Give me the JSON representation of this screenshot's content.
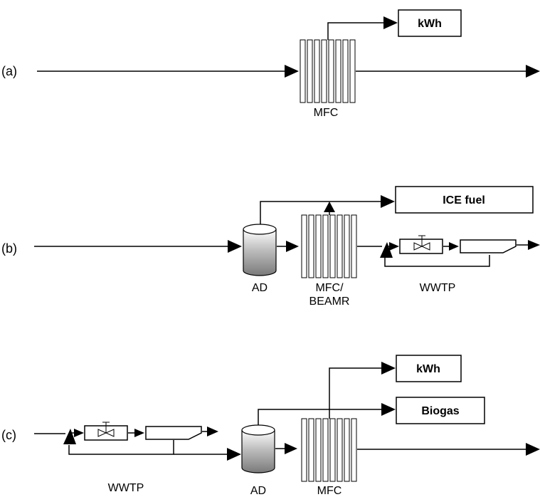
{
  "panels": {
    "a": {
      "label": "(a)",
      "mfc_caption": "MFC",
      "output_box": "kWh"
    },
    "b": {
      "label": "(b)",
      "ad_caption": "AD",
      "mfc_caption_line1": "MFC/",
      "mfc_caption_line2": "BEAMR",
      "wwtp_caption": "WWTP",
      "output_box": "ICE fuel"
    },
    "c": {
      "label": "(c)",
      "wwtp_caption": "WWTP",
      "ad_caption": "AD",
      "mfc_caption": "MFC",
      "output_box_1": "kWh",
      "output_box_2": "Biogas"
    }
  }
}
